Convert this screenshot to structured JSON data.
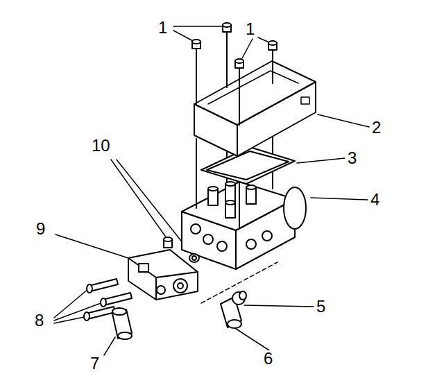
{
  "diagram": {
    "labels": [
      "1",
      "1",
      "2",
      "3",
      "10",
      "4",
      "9",
      "5",
      "8",
      "6",
      "7"
    ]
  }
}
